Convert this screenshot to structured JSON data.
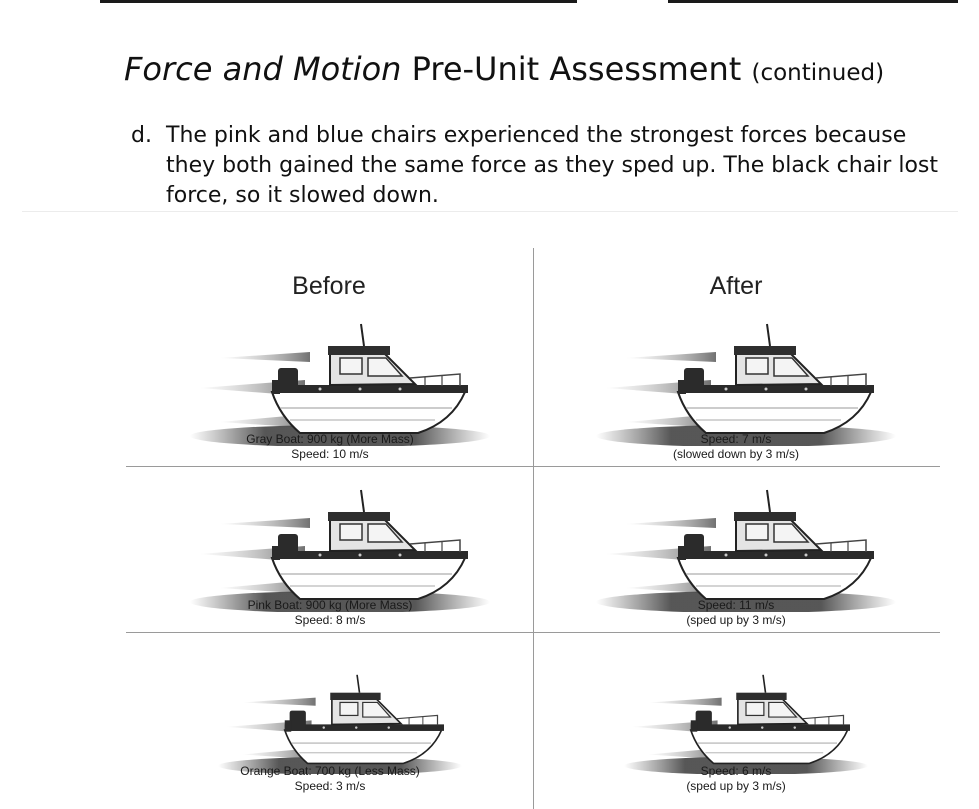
{
  "header": {
    "title_italic": "Force and Motion",
    "title_main": " Pre-Unit Assessment ",
    "title_suffix": "(continued)"
  },
  "answer": {
    "letter": "d.",
    "text": "The pink and blue chairs experienced the strongest forces because they both gained the same force as they sped up. The black chair lost force, so it slowed down."
  },
  "figure": {
    "before_label": "Before",
    "after_label": "After",
    "rows": [
      {
        "before": {
          "line1": "Gray Boat: 900 kg (More Mass)",
          "line2": "Speed: 10 m/s"
        },
        "after": {
          "line1": "Speed: 7 m/s",
          "line2": "(slowed down by 3 m/s)"
        }
      },
      {
        "before": {
          "line1": "Pink Boat: 900 kg (More Mass)",
          "line2": "Speed: 8 m/s"
        },
        "after": {
          "line1": "Speed: 11 m/s",
          "line2": "(sped up by 3 m/s)"
        }
      },
      {
        "before": {
          "line1": "Orange Boat: 700 kg (Less Mass)",
          "line2": "Speed: 3 m/s"
        },
        "after": {
          "line1": "Speed: 6 m/s",
          "line2": "(sped up by 3 m/s)"
        }
      }
    ]
  }
}
